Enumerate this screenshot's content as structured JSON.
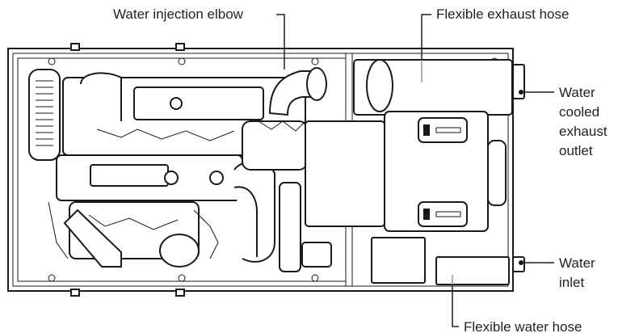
{
  "labels": {
    "water_injection_elbow": "Water injection elbow",
    "flexible_exhaust_hose": "Flexible exhaust hose",
    "water_cooled_exhaust_outlet": [
      "Water",
      "cooled",
      "exhaust",
      "outlet"
    ],
    "water_inlet": [
      "Water",
      "inlet"
    ],
    "flexible_water_hose": "Flexible water hose"
  },
  "colors": {
    "line": "#231f20",
    "leader_highlight": "#9a9a9a"
  }
}
